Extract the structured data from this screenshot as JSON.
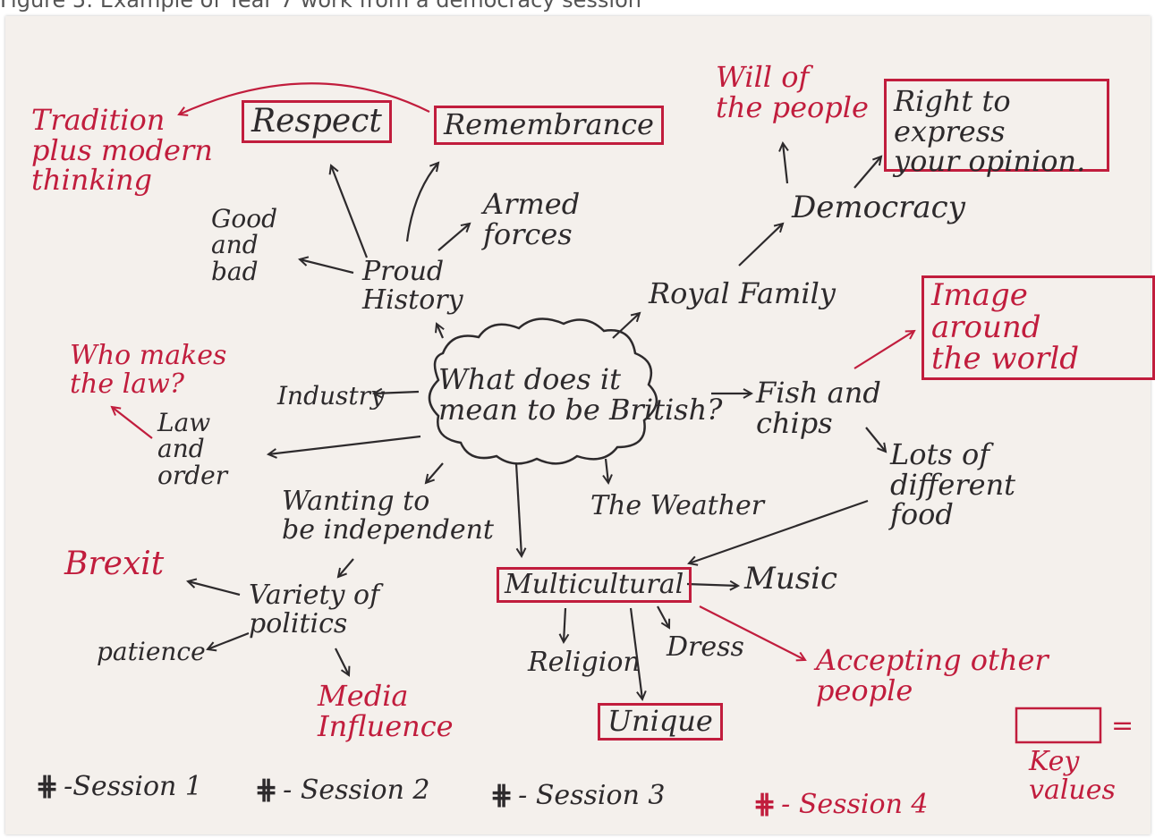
{
  "figure_caption": "Figure 5: Example of Year 7 work from a democracy session",
  "colors": {
    "ink": "#2d2a2c",
    "red": "#c11d3d",
    "paper": "#f4f0ec"
  },
  "center": "What does it\nmean to be British?",
  "nodes": {
    "respect": "Respect",
    "remembrance": "Remembrance",
    "tradition": "Tradition\nplus modern\nthinking",
    "good_and_bad": "Good\nand\nbad",
    "proud_history": "Proud\nHistory",
    "armed_forces": "Armed\nforces",
    "will_of_people": "Will of\nthe people",
    "right_to_express": "Right to express\nyour opinion.",
    "democracy": "Democracy",
    "royal_family": "Royal Family",
    "image_around_world": "Image around\nthe world",
    "who_makes_law": "Who makes\nthe law?",
    "law_and_order": "Law\nand\norder",
    "industry": "Industry",
    "fish_and_chips": "Fish and\nchips",
    "lots_of_food": "Lots of\ndifferent\nfood",
    "wanting_independent": "Wanting to\nbe independent",
    "the_weather": "The Weather",
    "brexit": "Brexit",
    "variety_of_politics": "Variety of\npolitics",
    "patience": "patience",
    "media_influence": "Media\nInfluence",
    "multicultural": "Multicultural",
    "music": "Music",
    "religion": "Religion",
    "dress": "Dress",
    "accepting": "Accepting other\npeople",
    "unique": "Unique"
  },
  "key": {
    "sessions": [
      {
        "symbol": "⋕",
        "label": "-Session 1",
        "color": "#2d2a2c"
      },
      {
        "symbol": "⋕",
        "label": "- Session 2",
        "color": "#2d2a2c"
      },
      {
        "symbol": "⋕",
        "label": "- Session 3",
        "color": "#2d2a2c"
      },
      {
        "symbol": "⋕",
        "label": "- Session 4",
        "color": "#c11d3d"
      }
    ],
    "equals": "=",
    "key_values_label": "Key values"
  }
}
